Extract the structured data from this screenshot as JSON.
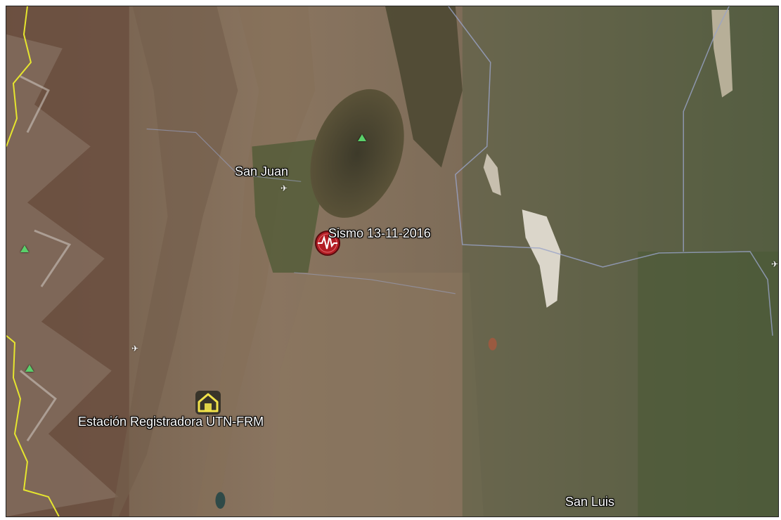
{
  "map": {
    "labels": {
      "san_juan": "San Juan",
      "sismo": "Sismo 13-11-2016",
      "estacion": "Estación Registradora UTN-FRM",
      "san_luis": "San Luis"
    },
    "icons": {
      "epicenter": "earthquake-icon",
      "station": "house-icon",
      "peak": "mountain-peak-icon",
      "airport": "airplane-icon"
    },
    "colors": {
      "epicenter_fill": "#b21d24",
      "station_outline": "#f2e34a",
      "border_line": "#e6e62e",
      "peak": "#5ad06a",
      "route_line": "#9aa4c8"
    }
  }
}
